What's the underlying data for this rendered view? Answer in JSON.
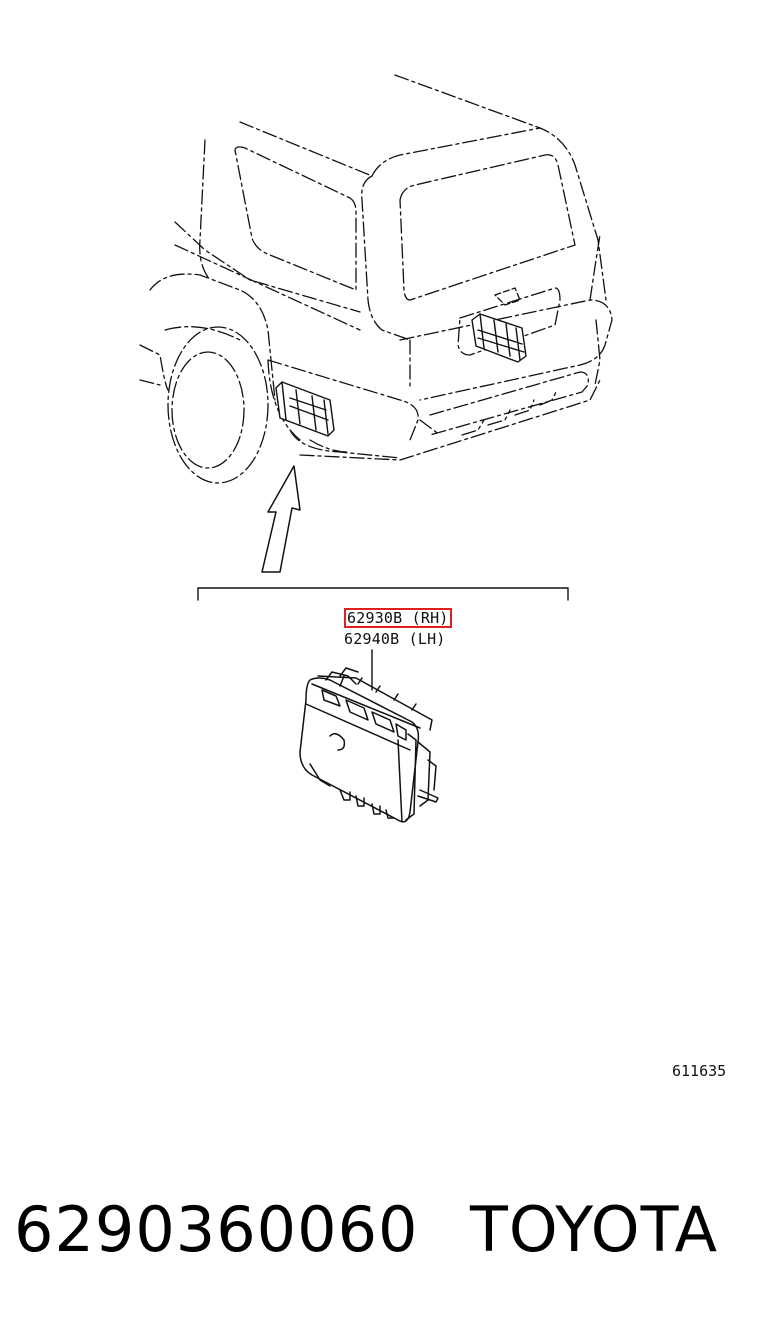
{
  "diagram": {
    "callouts": {
      "rh": "62930B (RH)",
      "lh": "62940B (LH)"
    },
    "figure_number": "611635",
    "highlight_color": "#e02020"
  },
  "footer": {
    "part_number": "6290360060",
    "brand": "TOYOTA"
  }
}
